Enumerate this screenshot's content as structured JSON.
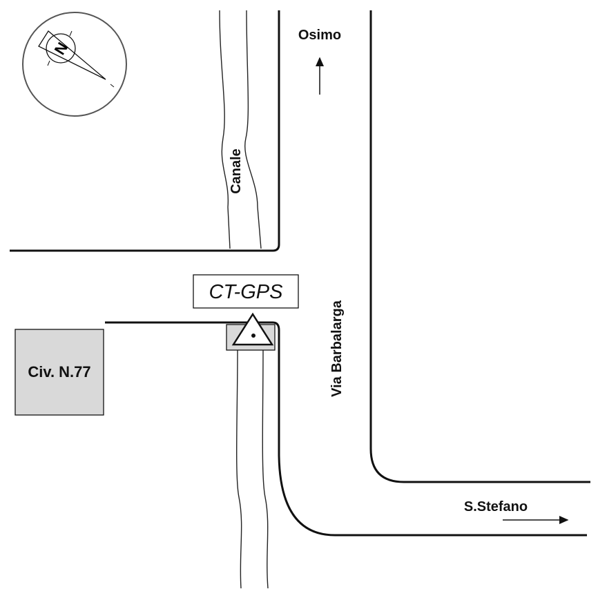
{
  "labels": {
    "north_direction": "Osimo",
    "canal": "Canale",
    "street": "Via Barbalarga",
    "east_direction": "S.Stefano",
    "marker": "CT-GPS",
    "building": "Civ. N.77",
    "compass_letter": "N"
  },
  "colors": {
    "building_fill": "#d9d9d9",
    "line": "#111111"
  }
}
